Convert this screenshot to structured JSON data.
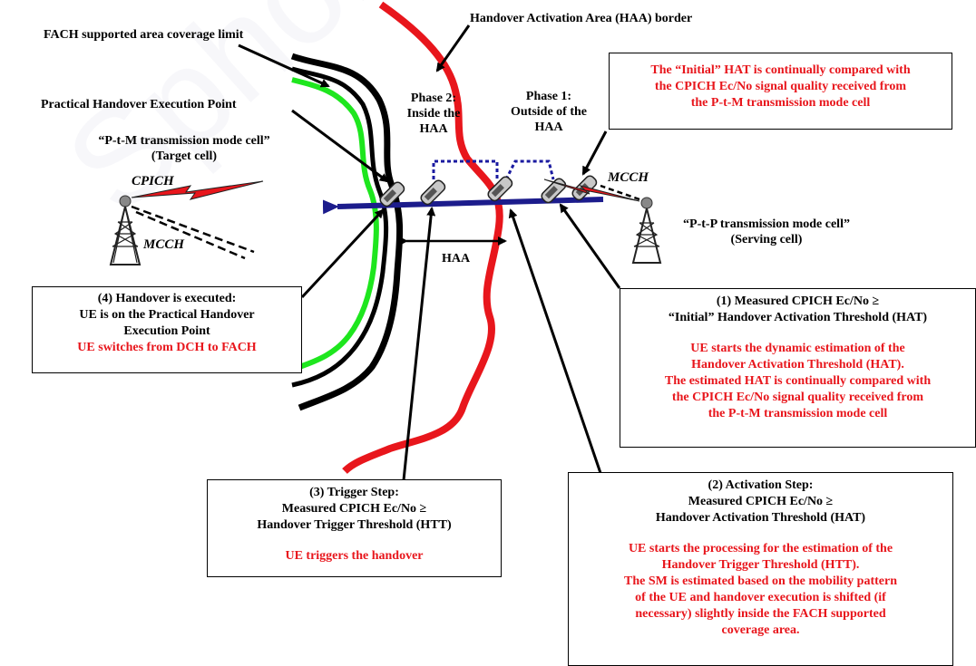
{
  "watermark": "Sphoros Copyright",
  "labels": {
    "haa_border": "Handover Activation Area (HAA) border",
    "fach_limit": "FACH supported area coverage limit",
    "practical_point": "Practical Handover Execution Point",
    "ptm_cell_1": "“P-t-M transmission mode cell”",
    "ptm_cell_2": "(Target cell)",
    "cpich_left": "CPICH",
    "mcch_left": "MCCH",
    "mcch_right": "MCCH",
    "ptp_cell_1": "“P-t-P transmission mode cell”",
    "ptp_cell_2": "(Serving cell)",
    "phase2_1": "Phase 2:",
    "phase2_2": "Inside the",
    "phase2_3": "HAA",
    "phase1_1": "Phase 1:",
    "phase1_2": "Outside of the",
    "phase1_3": "HAA",
    "haa": "HAA"
  },
  "boxes": {
    "initial_hat": [
      "The “Initial” HAT is continually compared with",
      "the CPICH Ec/No signal quality received from",
      "the P-t-M transmission mode cell"
    ],
    "step4": {
      "black": [
        "(4) Handover is executed:",
        "UE is on the Practical Handover",
        "Execution Point"
      ],
      "red": [
        "UE switches from DCH to FACH"
      ]
    },
    "step1": {
      "black": [
        "(1)  Measured CPICH Ec/No ≥",
        "“Initial” Handover Activation Threshold (HAT)"
      ],
      "red": [
        "UE starts the dynamic estimation of the",
        "Handover Activation Threshold (HAT).",
        "The estimated HAT is continually compared with",
        "the CPICH Ec/No signal quality received from",
        "the P-t-M transmission mode cell"
      ]
    },
    "step3": {
      "black": [
        "(3) Trigger Step:",
        "Measured CPICH Ec/No ≥",
        "Handover Trigger Threshold (HTT)"
      ],
      "red": [
        "UE triggers the handover"
      ]
    },
    "step2": {
      "black": [
        "(2) Activation Step:",
        "Measured CPICH Ec/No ≥",
        "Handover Activation Threshold (HAT)"
      ],
      "red": [
        "UE starts the processing for the estimation of the",
        "Handover Trigger Threshold (HTT).",
        "The SM is estimated based on the mobility pattern",
        "of the UE and handover execution is shifted (if",
        "necessary) slightly inside the FACH supported",
        "coverage area."
      ]
    }
  },
  "colors": {
    "red_text": "#e8161c",
    "haa_curve": "#e8161c",
    "fach_curve": "#1ee61e",
    "path_arrow": "#1c1c8c",
    "bracket": "#1a1aa0"
  }
}
